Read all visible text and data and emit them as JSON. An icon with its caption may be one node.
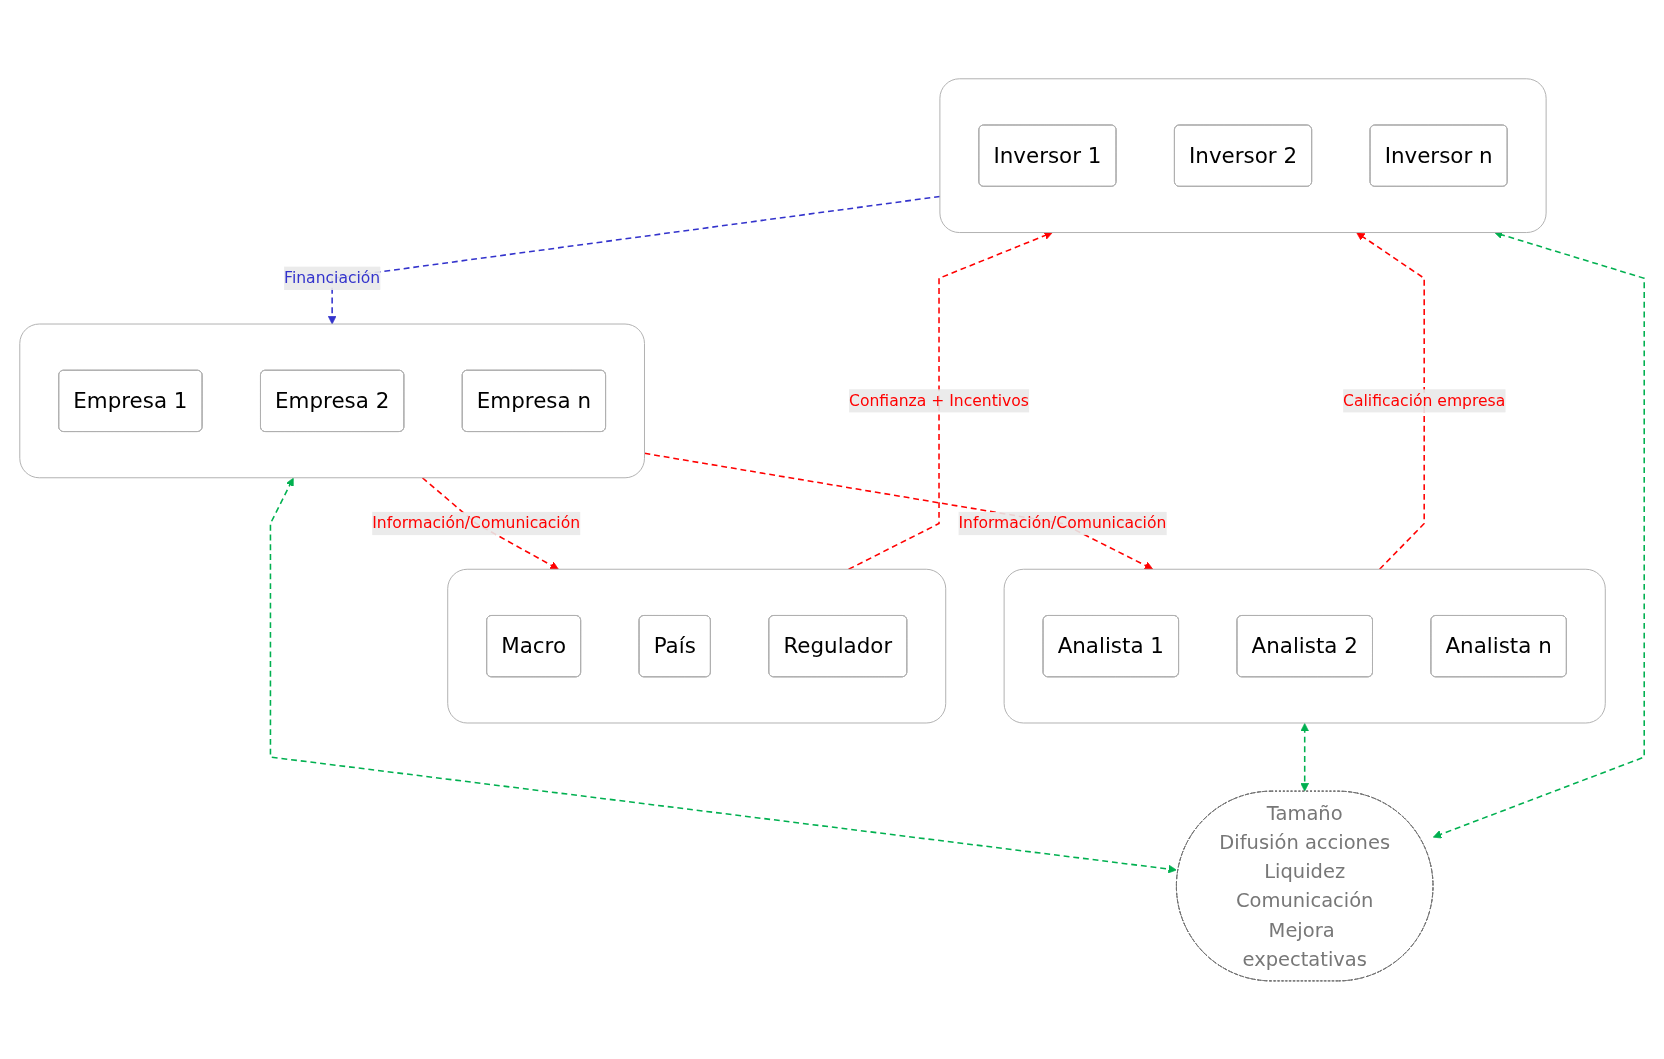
{
  "diagram": {
    "nodes": [
      {
        "text": [],
        "shape": "box"
      },
      {
        "text": [
          "Macro"
        ],
        "in": 0
      },
      {
        "text": [
          "País"
        ],
        "in": 0
      },
      {
        "text": [
          "Regulador"
        ],
        "in": 0
      },
      {
        "text": [],
        "shape": "box"
      },
      {
        "text": [
          "Empresa 1"
        ],
        "in": 4
      },
      {
        "text": [
          "Empresa 2"
        ],
        "in": 4
      },
      {
        "text": [
          "Empresa n"
        ],
        "in": 4
      },
      {
        "text": [],
        "shape": "box"
      },
      {
        "text": [
          "Analista 1"
        ],
        "in": 8
      },
      {
        "text": [
          "Analista 2"
        ],
        "in": 8
      },
      {
        "text": [
          "Analista n"
        ],
        "in": 8
      },
      {
        "text": [
          "Tamaño",
          "Difusión acciones",
          "Liquidez",
          "Comunicación",
          "Mejora expectativas"
        ]
      },
      {
        "text": [],
        "shape": "box"
      },
      {
        "text": [
          "Inversor 1"
        ],
        "in": 13
      },
      {
        "text": [
          "Inversor 2"
        ],
        "in": 13
      },
      {
        "text": [
          "Inversor n"
        ],
        "in": 13
      }
    ],
    "edges": [
      {
        "from": 4,
        "to": 0,
        "arrow": "to",
        "label": "Información/Comunicación",
        "style": "dashed",
        "color": "#ff0000"
      },
      {
        "from": 4,
        "to": 8,
        "arrow": "to",
        "label": "Información/Comunicación",
        "style": "dashed",
        "color": "#ff0000"
      },
      {
        "from": 13,
        "to": 4,
        "arrow": "to",
        "label": "Financiación",
        "style": "dashed",
        "color": "#3333cc"
      },
      {
        "from": 4,
        "to": 12,
        "arrow": "both",
        "style": "dashed",
        "color": "#00b050"
      },
      {
        "from": 8,
        "to": 12,
        "arrow": "both",
        "style": "dashed",
        "color": "#00b050"
      },
      {
        "from": 12,
        "to": 13,
        "arrow": "both",
        "style": "dashed",
        "color": "#00b050"
      },
      {
        "from": 0,
        "to": 13,
        "arrow": "to",
        "label": "Confianza + Incentivos",
        "style": "dashed",
        "color": "#ff0000"
      },
      {
        "from": 8,
        "to": 13,
        "arrow": "to",
        "label": "Calificación empresa",
        "style": "dashed",
        "color": "#ff0000"
      }
    ]
  }
}
